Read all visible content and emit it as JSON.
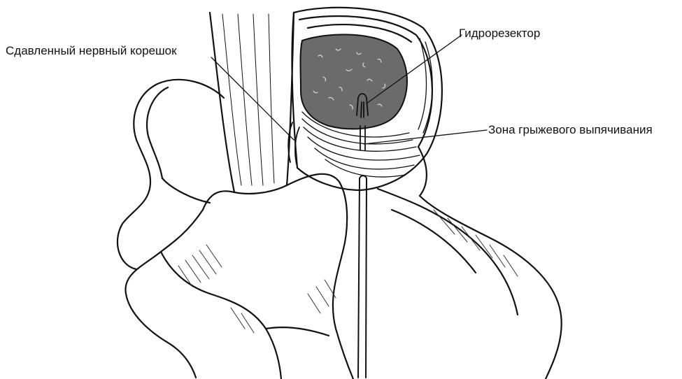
{
  "labels": {
    "compressed_root": "Сдавленный нервный корешок",
    "hydroresector": "Гидрорезектор",
    "herniation_zone": "Зона грыжевого выпячивания"
  },
  "colors": {
    "ink": "#111111",
    "nucleus_fill": "#6b6b6b",
    "background": "#ffffff"
  }
}
